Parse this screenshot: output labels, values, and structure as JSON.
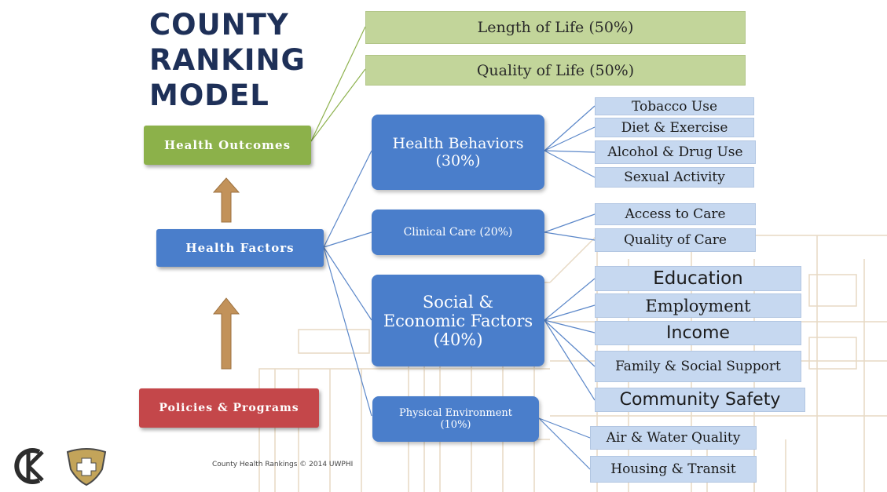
{
  "title": [
    "COUNTY",
    "RANKING",
    "MODEL"
  ],
  "outcomes": {
    "label": "Health Outcomes",
    "items": [
      {
        "label": "Length of Life (50%)"
      },
      {
        "label": "Quality of Life (50%)"
      }
    ]
  },
  "factors": {
    "label": "Health Factors"
  },
  "policies": {
    "label": "Policies & Programs"
  },
  "categories": [
    {
      "label": "Health Behaviors\n(30%)",
      "items": [
        "Tobacco Use",
        "Diet & Exercise",
        "Alcohol & Drug Use",
        "Sexual Activity"
      ]
    },
    {
      "label": "Clinical Care (20%)",
      "items": [
        "Access to Care",
        "Quality of Care"
      ]
    },
    {
      "label": "Social &\nEconomic Factors\n(40%)",
      "items": [
        "Education",
        "Employment",
        "Income",
        "Family & Social Support",
        "Community Safety"
      ]
    },
    {
      "label": "Physical Environment\n(10%)",
      "items": [
        "Air & Water Quality",
        "Housing & Transit"
      ]
    }
  ],
  "credit": "County Health Rankings © 2014 UWPHI",
  "colors": {
    "title": "#1e3058",
    "green": "#8cb14a",
    "blue": "#4a7ecb",
    "red": "#c4474a",
    "leaf": "#c6d8f0",
    "arrow": "#c2925a"
  },
  "icons": [
    "kc-logo-icon",
    "public-health-shield-icon"
  ]
}
